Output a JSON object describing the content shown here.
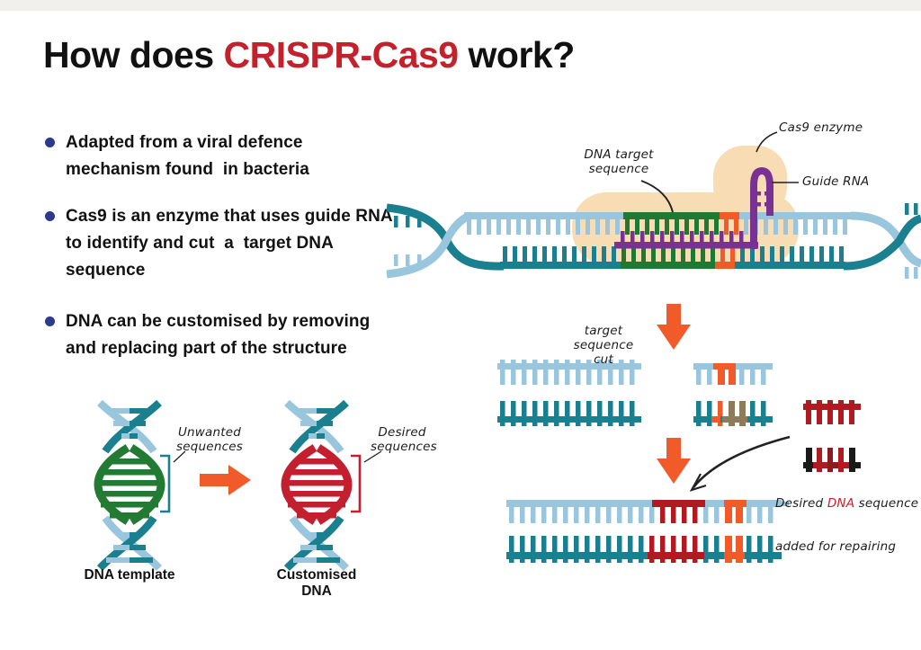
{
  "title": {
    "prefix": "How does ",
    "highlight": "CRISPR-Cas9",
    "suffix": " work?"
  },
  "bullets": {
    "b1": "Adapted from a viral defence\nmechanism found  in bacteria",
    "b2": "Cas9 is an enzyme that uses guide RNA\nto identify and cut  a  target DNA\nsequence",
    "b3": "DNA can be customised by removing\nand replacing part of the structure"
  },
  "labels": {
    "cas9_enzyme": "Cas9 enzyme",
    "dna_target": "DNA target\nsequence",
    "guide_rna": "Guide RNA",
    "target_cut": "target sequence\ncut",
    "repair_pre": "Desired ",
    "repair_dna": "DNA",
    "repair_post": " sequence",
    "repair_line2": "added for repairing",
    "unwanted": "Unwanted\nsequences",
    "desired": "Desired\nsequences"
  },
  "captions": {
    "dna_template": "DNA template",
    "customised_dna": "Customised DNA"
  },
  "colors": {
    "title_red": "#c3212b",
    "bullet_navy": "#2d3a8c",
    "light_blue": "#9ac6dd",
    "teal": "#1a7f8e",
    "green": "#1e7a33",
    "orange": "#f15a29",
    "purple": "#7a3194",
    "peach": "#f8dcb4",
    "dark_red": "#b01b21",
    "maroon": "#8c1a1f",
    "brown": "#8d7b5a",
    "black": "#1a1a1a",
    "ink": "#222222",
    "helix_green": "#237b33",
    "helix_red": "#c2202e"
  }
}
